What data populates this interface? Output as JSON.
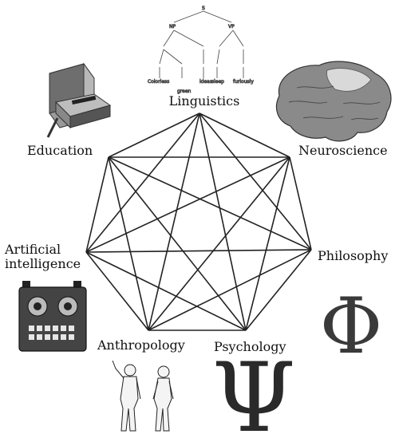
{
  "diagram": {
    "nodes": [
      {
        "id": "linguistics",
        "label": "Linguistics"
      },
      {
        "id": "neuroscience",
        "label": "Neuroscience"
      },
      {
        "id": "philosophy",
        "label": "Philosophy"
      },
      {
        "id": "psychology",
        "label": "Psychology"
      },
      {
        "id": "anthropology",
        "label": "Anthropology"
      },
      {
        "id": "ai",
        "label_line1": "Artificial",
        "label_line2": "intelligence"
      },
      {
        "id": "education",
        "label": "Education"
      }
    ],
    "edge_style": "complete graph (every discipline connected to every other)",
    "parse_tree_words": {
      "root": "S",
      "np": "NP",
      "vp": "VP",
      "leaf1": "Colorless",
      "leaf2": "green",
      "leaf3": "ideas",
      "leaf4": "sleep",
      "leaf5": "furiously"
    },
    "symbols": {
      "philosophy": "Φ",
      "psychology": "Ψ"
    },
    "icons": [
      "parse-tree-icon",
      "brain-icon",
      "phi-symbol-icon",
      "psi-symbol-icon",
      "human-figures-icon",
      "robot-face-icon",
      "books-icon"
    ]
  }
}
